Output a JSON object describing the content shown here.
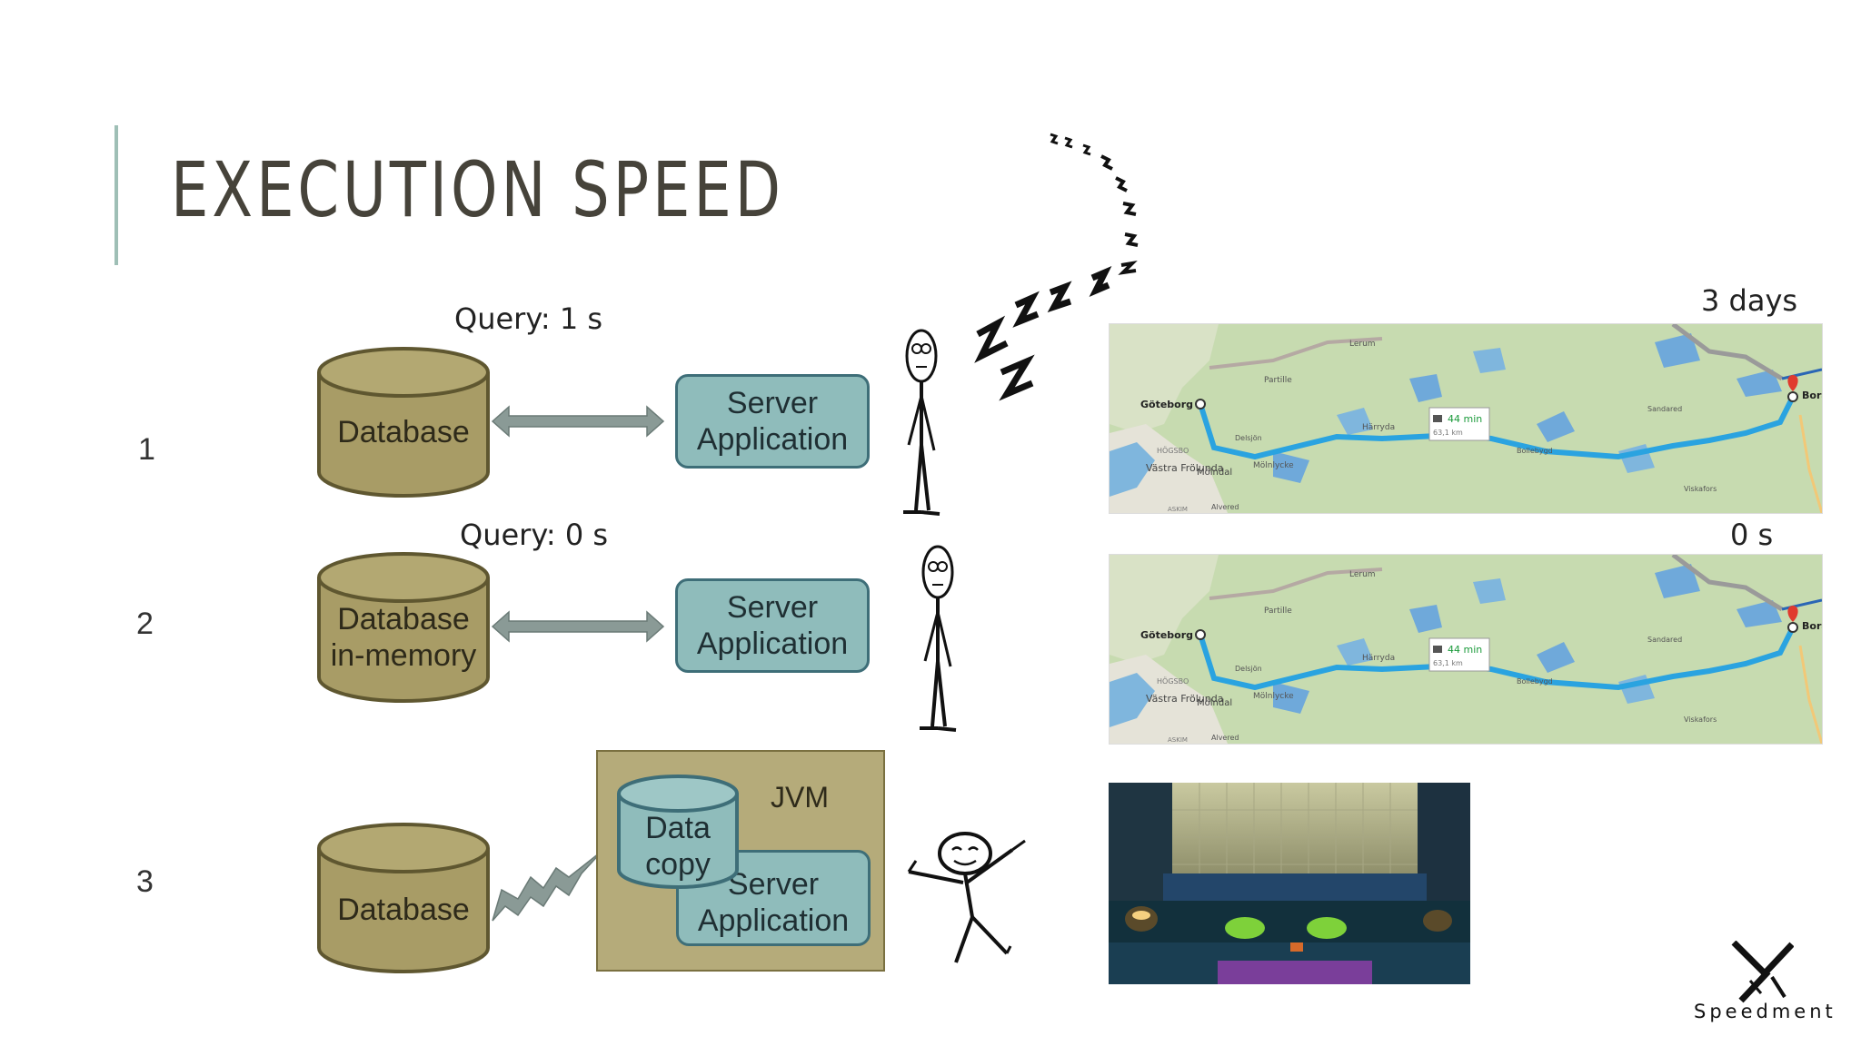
{
  "slide": {
    "title": "EXECUTION SPEED"
  },
  "rows": [
    {
      "number": "1",
      "query": "Query: 1 s",
      "database_label": [
        "Database"
      ],
      "server_label": [
        "Server",
        "Application"
      ],
      "map_tag": "3 days"
    },
    {
      "number": "2",
      "query": "Query: 0 s",
      "database_label": [
        "Database",
        "in-memory"
      ],
      "server_label": [
        "Server",
        "Application"
      ],
      "map_tag": "0 s"
    },
    {
      "number": "3",
      "database_label": [
        "Database"
      ],
      "jvm_label": "JVM",
      "data_copy_label": [
        "Data",
        "copy"
      ],
      "server_label": [
        "Server",
        "Application"
      ]
    }
  ],
  "map": {
    "origin": "Göteborg",
    "destination": "Borås",
    "duration": "44 min",
    "distance": "63,1 km",
    "places": [
      "Lerum",
      "Partille",
      "Delsjön",
      "Härryda",
      "Bollebygd",
      "Sandared",
      "HÖGSBO",
      "Västra Frölunda",
      "Mölndal",
      "Mölnlycke",
      "ASKIM",
      "Alvered",
      "Viskafors"
    ],
    "route_color": "#2aa3e0"
  },
  "logo": {
    "text": "Speedment"
  },
  "colors": {
    "db_fill": "#a89c66",
    "db_stroke": "#5f5730",
    "server_fill": "#8fbcbb",
    "server_stroke": "#3e6e78",
    "arrow_fill": "#8a9a96",
    "accent": "#9fbfb6"
  },
  "icons": [
    "double-arrow-icon",
    "lightning-bolt-icon",
    "sleeping-z-icon",
    "stick-figure-icon",
    "speedment-logo-icon"
  ]
}
